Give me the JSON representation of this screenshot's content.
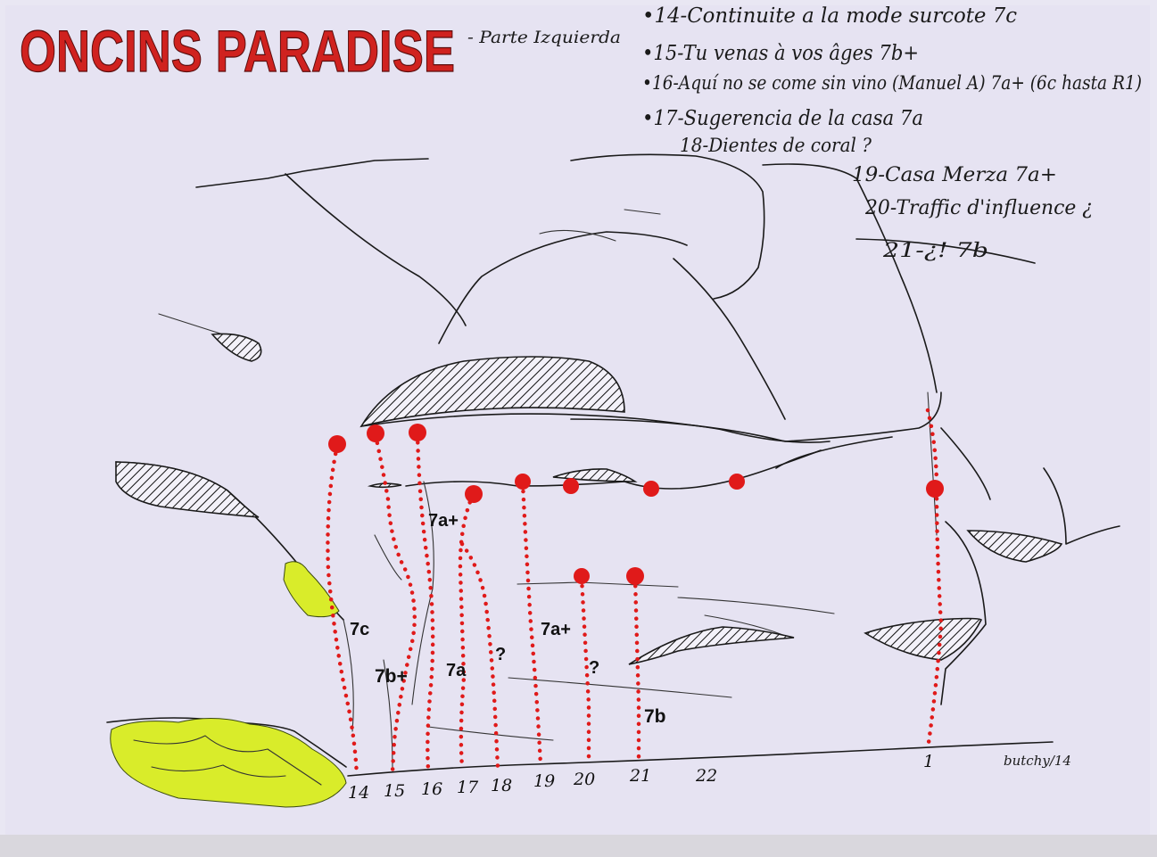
{
  "title": "ONCINS PARADISE",
  "subtitle": "- Parte Izquierda",
  "legend": [
    "•14-Continuite a la mode surcote 7c",
    "•15-Tu venas à vos âges 7b+",
    "•16-Aquí no se come sin vino (Manuel A) 7a+ (6c hasta R1)",
    "•17-Sugerencia de la casa 7a",
    "18-Dientes de coral ?",
    "19-Casa Merza 7a+",
    "20-Traffic d'influence ¿",
    "21-¿! 7b"
  ],
  "route_numbers": [
    "14",
    "15",
    "16",
    "17",
    "18",
    "19",
    "20",
    "21",
    "22",
    "1"
  ],
  "grades": [
    "7c",
    "7b+",
    "7a+",
    "7a",
    "?",
    "7a+",
    "?",
    "7b"
  ],
  "signature": "butchy/14",
  "colors": {
    "route_dots": "#e01a1a",
    "title": "#d0221f",
    "moss": "#d9ec2a"
  }
}
